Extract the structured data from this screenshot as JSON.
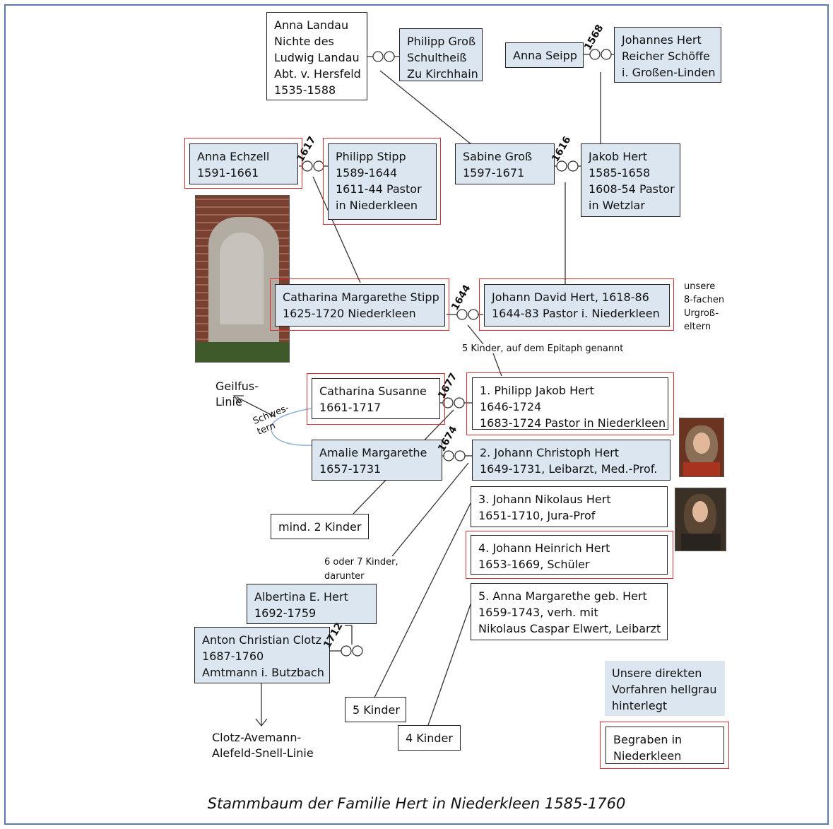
{
  "persons": {
    "anna_landau": "Anna Landau\nNichte des\nLudwig Landau\nAbt. v. Hersfeld\n1535-1588",
    "philipp_gross": "Philipp Groß\nSchultheiß\nZu Kirchhain",
    "anna_seipp": "Anna Seipp",
    "johannes_hert": "Johannes Hert\nReicher Schöffe\ni. Großen-Linden",
    "anna_echzell": "Anna Echzell\n1591-1661",
    "philipp_stipp": "Philipp Stipp\n1589-1644\n1611-44 Pastor\nin Niederkleen",
    "sabine_gross": "Sabine Groß\n1597-1671",
    "jakob_hert": "Jakob Hert\n1585-1658\n1608-54 Pastor\nin Wetzlar",
    "catharina_margarethe_stipp": "Catharina Margarethe Stipp\n1625-1720 Niederkleen",
    "johann_david_hert": "Johann David Hert, 1618-86\n1644-83 Pastor i. Niederkleen",
    "catharina_susanne": "Catharina Susanne\n1661-1717",
    "philipp_jakob_hert": "1. Philipp Jakob Hert\n1646-1724\n1683-1724 Pastor in Niederkleen",
    "amalie_margarethe": "Amalie Margarethe\n1657-1731",
    "johann_christoph_hert": "2. Johann Christoph Hert\n1649-1731, Leibarzt, Med.-Prof.",
    "johann_nikolaus_hert": "3. Johann Nikolaus Hert\n1651-1710, Jura-Prof",
    "johann_heinrich_hert": "4. Johann Heinrich Hert\n1653-1669, Schüler",
    "anna_margarethe_hert": "5. Anna Margarethe geb. Hert\n1659-1743, verh. mit\nNikolaus Caspar Elwert, Leibarzt",
    "albertina_hert": "Albertina E. Hert\n1692-1759",
    "anton_christian_clotz": "Anton Christian Clotz\n1687-1760\nAmtmann i. Butzbach"
  },
  "kids": {
    "mind2": "mind. 2 Kinder",
    "five": "5 Kinder",
    "four": "4 Kinder"
  },
  "years": {
    "y1568": "1568",
    "y1617": "1617",
    "y1616": "1616",
    "y1644": "1644",
    "y1677": "1677",
    "y1674": "1674",
    "y1712": "1712"
  },
  "notes": {
    "urgross": "unsere\n8-fachen\nUrgroß-\neltern",
    "epitaph": "5 Kinder, auf dem Epitaph genannt",
    "geilfus": "Geilfus-\nLinie",
    "schwestern": "Schwes-\ntern",
    "six_seven": "6 oder 7 Kinder,\ndarunter",
    "clotz_line": "Clotz-Avemann-\nAlefeld-Snell-Linie"
  },
  "legend": {
    "ancestors": "Unsere direkten\nVorfahren hellgrau\nhinterlegt",
    "buried": "Begraben in\nNiederkleen"
  },
  "caption": "Stammbaum der Familie Hert in Niederkleen 1585-1760",
  "colors": {
    "ancestor_fill": "#dce6f1",
    "buried_border": "#d62f2f",
    "frame_border": "#5b7bb0",
    "sister_arc": "#8fb0d8"
  },
  "icons": {
    "marriage": "double-ring-icon",
    "arrow": "arrow-icon"
  }
}
